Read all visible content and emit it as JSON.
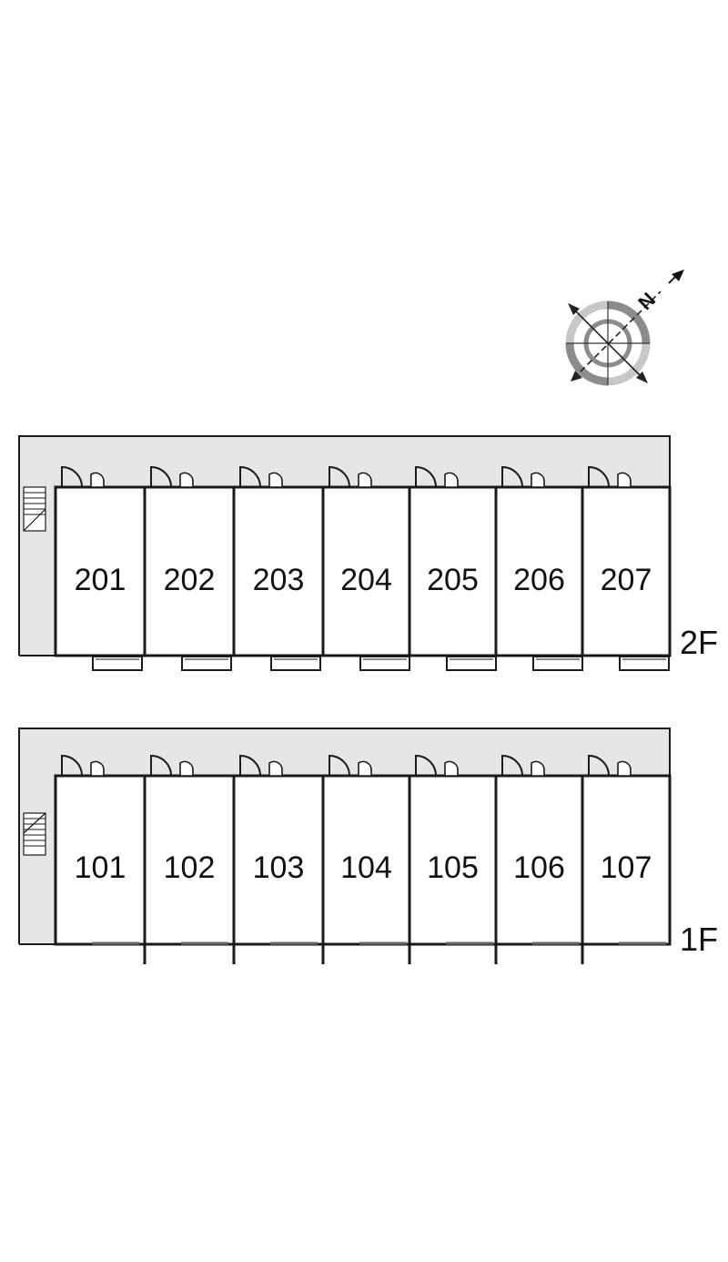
{
  "compass": {
    "north_label": "N",
    "icon": "compass-rose-icon"
  },
  "floors": [
    {
      "label": "2F",
      "units": [
        "201",
        "202",
        "203",
        "204",
        "205",
        "206",
        "207"
      ]
    },
    {
      "label": "1F",
      "units": [
        "101",
        "102",
        "103",
        "104",
        "105",
        "106",
        "107"
      ]
    }
  ],
  "colors": {
    "wall": "#1a1a1a",
    "corridor": "#e6e6e6",
    "compass_gray": "#8c8c8c",
    "compass_light": "#c8c8c8"
  }
}
